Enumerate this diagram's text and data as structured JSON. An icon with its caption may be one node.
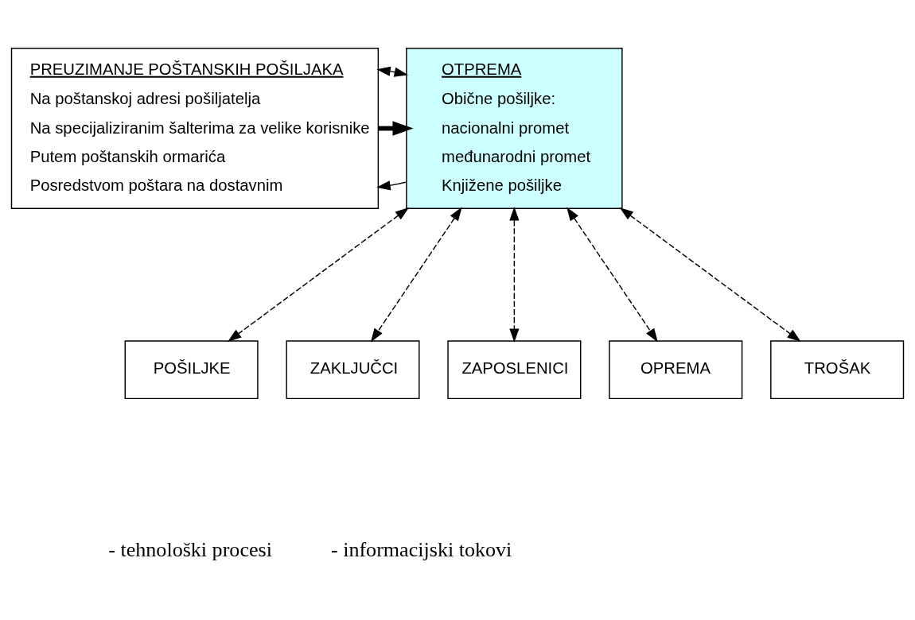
{
  "diagram": {
    "nodes": [
      {
        "text": [
          "PREUZIMANJE POŠTANSKIH POŠILJAKA",
          "Na poštanskoj adresi pošiljatelja",
          "Na specijaliziranim šalterima za velike korisnike",
          "Putem poštanskih ormarića",
          "Posredstvom poštara na dostavnim"
        ]
      },
      {
        "text": [
          "OTPREMA",
          "Obične pošiljke:",
          "nacionalni promet",
          "međunarodni promet",
          "Knjižene pošiljke"
        ]
      },
      {
        "text": [
          "POŠILJKE"
        ]
      },
      {
        "text": [
          "ZAKLJUČCI"
        ]
      },
      {
        "text": [
          "ZAPOSLENICI"
        ]
      },
      {
        "text": [
          "OPREMA"
        ]
      },
      {
        "text": [
          "TROŠAK"
        ]
      }
    ],
    "edges": [
      {
        "from": 1,
        "to": 0,
        "arrow": "to"
      },
      {
        "from": 0,
        "to": 1,
        "arrow": "to",
        "style": "thick"
      },
      {
        "from": 0,
        "to": 1,
        "arrow": "both",
        "style": "dashed"
      },
      {
        "from": 1,
        "to": 2,
        "arrow": "both",
        "style": "dashed"
      },
      {
        "from": 1,
        "to": 3,
        "arrow": "both",
        "style": "dashed"
      },
      {
        "from": 1,
        "to": 4,
        "arrow": "both",
        "style": "dashed"
      },
      {
        "from": 1,
        "to": 5,
        "arrow": "both",
        "style": "dashed"
      },
      {
        "from": 1,
        "to": 6,
        "arrow": "both",
        "style": "dashed"
      }
    ],
    "legend": [
      {
        "text": "- tehnološki procesi"
      },
      {
        "text": "- informacijski tokovi"
      }
    ]
  }
}
